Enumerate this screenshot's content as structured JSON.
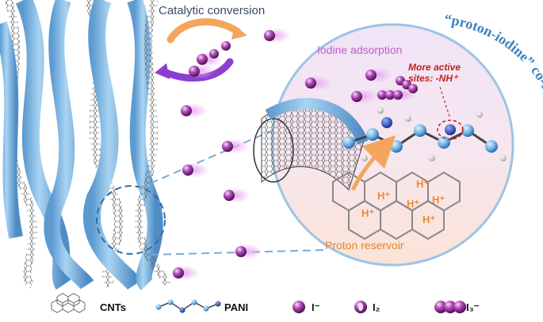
{
  "labels": {
    "catalytic": "Catalytic conversion",
    "iodine_adsorption": "Iodine adsorption",
    "active_sites_line1": "More active",
    "active_sites_line2": "sites: -NH⁺",
    "proton_reservoir": "Proton reservoir",
    "coregulation": "“proton-iodine” co-regulation",
    "hplus": [
      "H⁺",
      "H⁺",
      "H⁺",
      "H⁺",
      "H⁺",
      "H⁺"
    ]
  },
  "legend": {
    "cnts": "CNTs",
    "pani": "PANI",
    "i_minus": "I⁻",
    "i2": "I₂",
    "i3_minus": "I₃⁻"
  },
  "colors": {
    "fiber": "#8ec3ea",
    "fiber_dark": "#4f90c8",
    "iodine": "#b24ab8",
    "glow": "#e7a6f0",
    "circle_top": "#f4e2f4",
    "circle_bottom": "#fbe6d8",
    "coregulation_text": "#3d7fbf",
    "arrow_orange": "#f3a65b",
    "arrow_purple": "#8b3fd1"
  }
}
